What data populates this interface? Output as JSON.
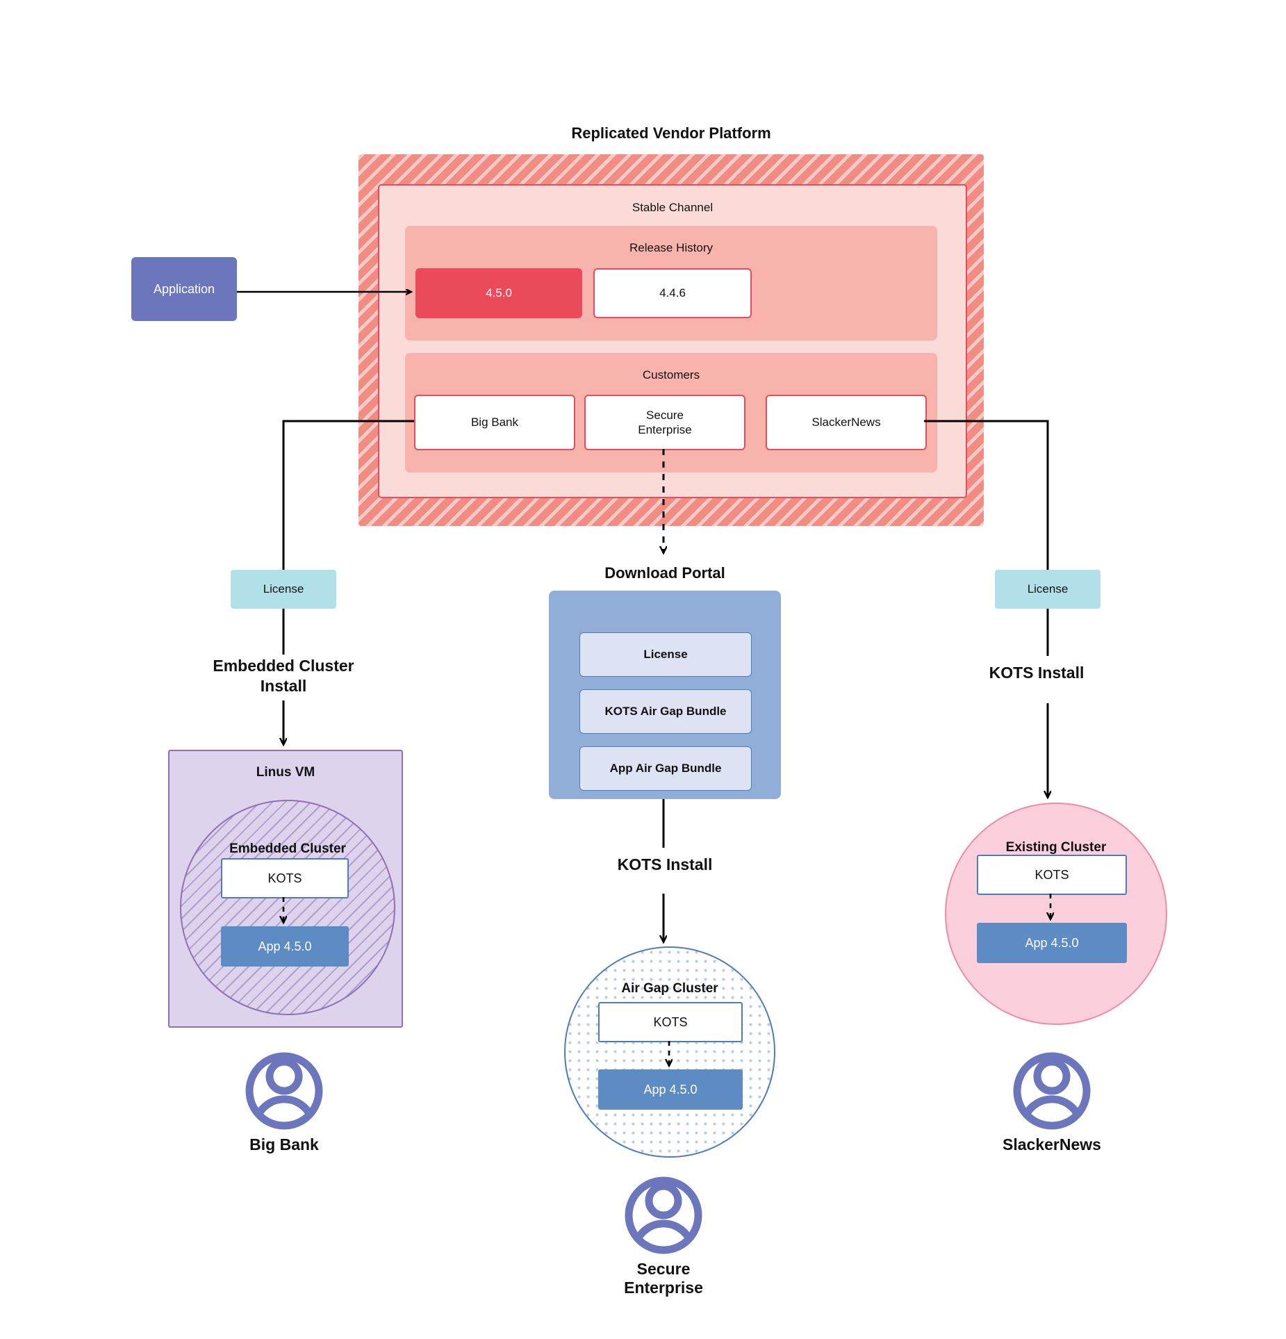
{
  "diagram": {
    "title": "Replicated Vendor Platform",
    "colors": {
      "vendor_frame": "#f08c82",
      "stable_channel": "#fbdbd7",
      "panel": "#f8b4ac",
      "release_active": "#ea4a5a",
      "application": "#6b76bd",
      "license": "#b2e0e8",
      "linux_vm": "#ddd3ec",
      "embedded_cluster_border": "#8f6fb5",
      "download_portal": "#91aed8",
      "download_item": "#dde3f3",
      "airgap_border": "#4f7cb8",
      "existing_cluster": "#fbcfdb",
      "existing_cluster_border": "#ef8aa8",
      "app_box": "#5d8cc4",
      "avatar": "#6b76bd"
    }
  },
  "application": {
    "label": "Application"
  },
  "vendor_platform": {
    "title": "Replicated Vendor Platform",
    "channel": {
      "title": "Stable Channel"
    },
    "release_history": {
      "title": "Release History",
      "releases": [
        {
          "version": "4.5.0",
          "active": true
        },
        {
          "version": "4.4.6",
          "active": false
        }
      ]
    },
    "customers": {
      "title": "Customers",
      "items": [
        {
          "name": "Big Bank"
        },
        {
          "name": "Secure\nEnterprise"
        },
        {
          "name": "SlackerNews"
        }
      ]
    }
  },
  "lanes": {
    "left": {
      "license_label": "License",
      "install_label": "Embedded Cluster\nInstall",
      "host": {
        "title": "Linus VM"
      },
      "cluster": {
        "title": "Embedded Cluster"
      },
      "kots": "KOTS",
      "app": "App 4.5.0",
      "persona": "Big Bank"
    },
    "center": {
      "portal_title": "Download  Portal",
      "portal_items": [
        "License",
        "KOTS Air Gap Bundle",
        "App Air Gap Bundle"
      ],
      "install_label": "KOTS Install",
      "cluster": {
        "title": "Air Gap Cluster"
      },
      "kots": "KOTS",
      "app": "App 4.5.0",
      "persona": "Secure\nEnterprise"
    },
    "right": {
      "license_label": "License",
      "install_label": "KOTS Install",
      "cluster": {
        "title": "Existing Cluster"
      },
      "kots": "KOTS",
      "app": "App 4.5.0",
      "persona": "SlackerNews"
    }
  }
}
